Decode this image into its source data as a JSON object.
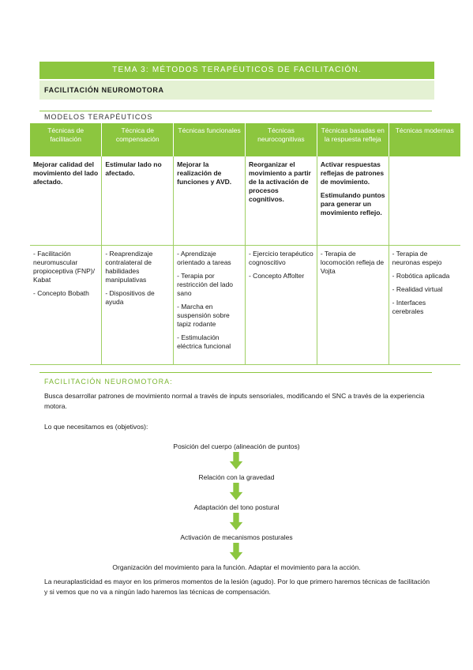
{
  "header": {
    "title": "TEMA 3: MÉTODOS TERAPÉUTICOS DE FACILITACIÓN.",
    "subtitle": "FACILITACIÓN NEUROMOTORA"
  },
  "models": {
    "label": "MODELOS TERAPÉUTICOS",
    "columns": [
      "Técnicas de facilitación",
      "Técnica de compensación",
      "Técnicas funcionales",
      "Técnicas neurocognitivas",
      "Técnicas basadas en la respuesta refleja",
      "Técnicas modernas"
    ],
    "goals": [
      [
        "Mejorar calidad del movimiento del lado afectado."
      ],
      [
        "Estimular lado no afectado."
      ],
      [
        "Mejorar la realización de funciones y AVD."
      ],
      [
        "Reorganizar el movimiento a partir de la activación de procesos cognitivos."
      ],
      [
        "Activar respuestas reflejas de patrones de movimiento.",
        "Estimulando puntos para generar un movimiento reflejo."
      ],
      []
    ],
    "techniques": [
      [
        "- Facilitación neuromuscular propioceptiva (FNP)/ Kabat",
        "- Concepto Bobath"
      ],
      [
        "- Reaprendizaje contralateral de habilidades manipulativas",
        "- Dispositivos de ayuda"
      ],
      [
        "- Aprendizaje orientado a tareas",
        "- Terapia por restricción del lado sano",
        "- Marcha en suspensión sobre tapiz rodante",
        "- Estimulación eléctrica funcional"
      ],
      [
        "- Ejercicio terapéutico cognoscitivo",
        "- Concepto Affolter"
      ],
      [
        "- Terapia de locomoción refleja de Vojta"
      ],
      [
        "- Terapia de neuronas espejo",
        "- Robótica aplicada",
        "- Realidad virtual",
        "- Interfaces cerebrales"
      ]
    ]
  },
  "facilitation": {
    "label": "FACILITACIÓN NEUROMOTORA:",
    "intro": "Busca desarrollar patrones de movimiento normal a través de inputs sensoriales, modificando el SNC a través de la experiencia motora.",
    "objectives_label": "Lo que necesitamos es (objetivos):",
    "steps": [
      "Posición del cuerpo (alineación de puntos)",
      "Relación con la gravedad",
      "Adaptación del tono postural",
      "Activación de mecanismos posturales",
      "Organización del movimiento para la función. Adaptar el movimiento para la acción."
    ],
    "closing": "La neuraplasticidad es mayor en los primeros momentos de la lesión (agudo). Por lo que primero haremos técnicas de facilitación y si vemos que no va a ningún lado haremos las técnicas de compensación."
  },
  "colors": {
    "accent": "#8cc63f",
    "accent_light": "#e4f1d3"
  }
}
